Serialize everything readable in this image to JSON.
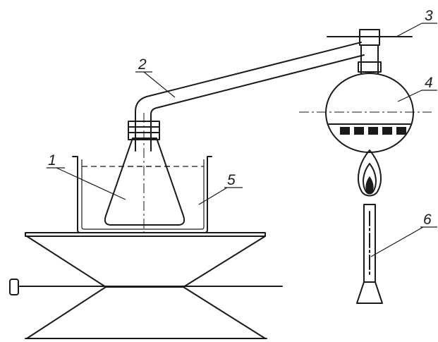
{
  "labels": {
    "flask": "1",
    "tube": "2",
    "stopper": "3",
    "round_flask": "4",
    "bath": "5",
    "burner": "6"
  },
  "colors": {
    "ink": "#1a1a1a",
    "background": "#ffffff"
  }
}
